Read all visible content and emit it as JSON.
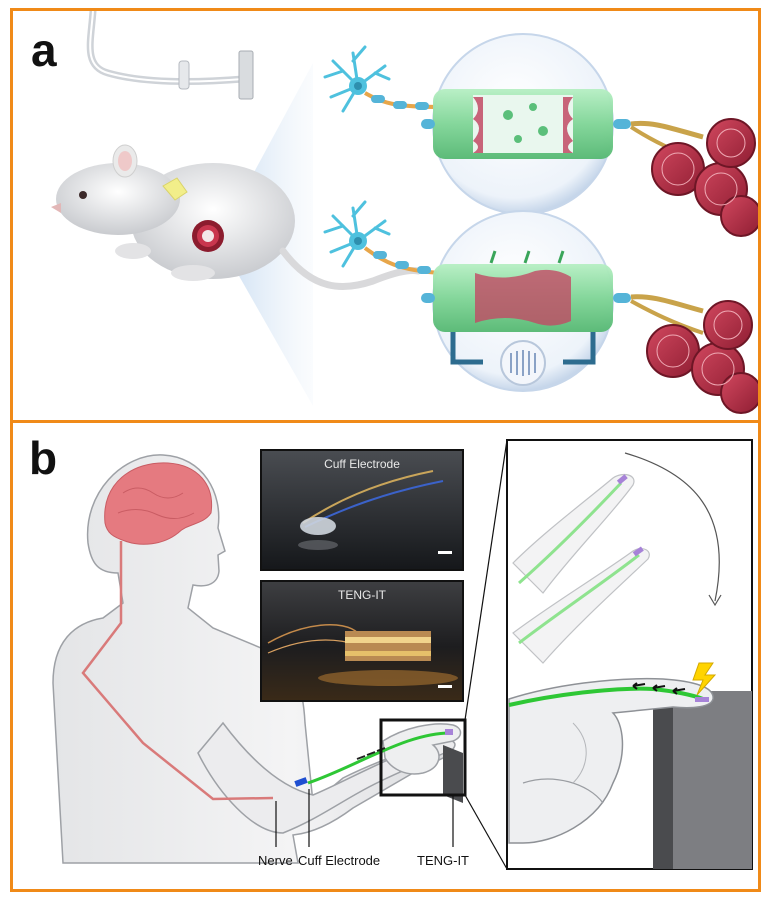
{
  "panels": {
    "a": {
      "letter": "a"
    },
    "b": {
      "letter": "b",
      "photo_top_label": "Cuff Electrode",
      "photo_bottom_label": "TENG-IT",
      "labels": {
        "nerve": "Nerve",
        "cuff_electrode": "Cuff Electrode",
        "teng_it": "TENG-IT"
      }
    }
  },
  "colors": {
    "frame": "#f08a18",
    "nerve_fiber": "#2ec735",
    "conduit": "#8fe0a4",
    "muscle": "#b52a45",
    "neuron": "#4ec1de",
    "brain": "#e57a80",
    "pathway": "#d97a7a",
    "cuff": "#1f4fd1",
    "spark": "#ffd400"
  }
}
